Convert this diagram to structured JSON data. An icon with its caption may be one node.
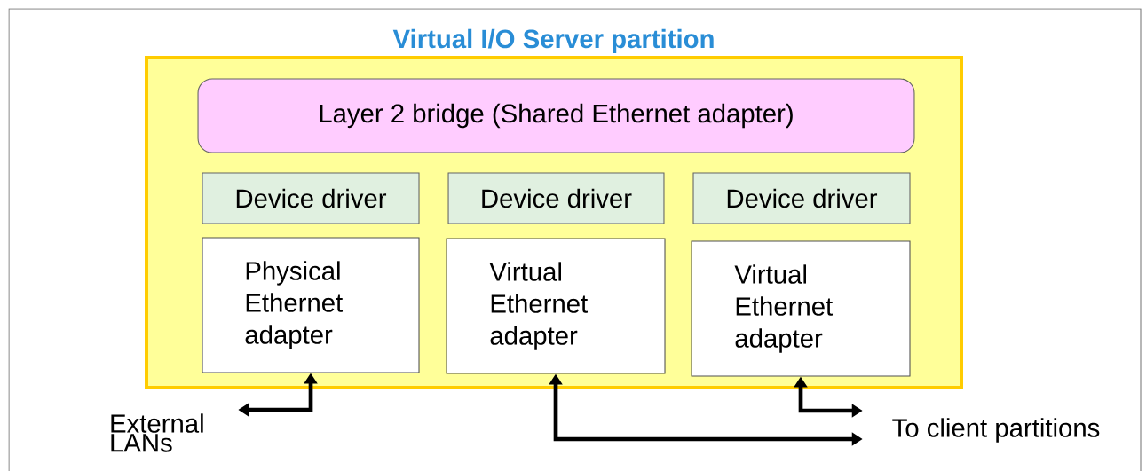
{
  "diagram": {
    "nodes": [
      {
        "text": [
          "Virtual I/O Server partition"
        ]
      },
      {
        "text": [
          "Layer 2 bridge (Shared Ethernet adapter)"
        ],
        "in": 0
      },
      {
        "text": [
          "Device driver"
        ],
        "in": 0
      },
      {
        "text": [
          "Device driver"
        ],
        "in": 0
      },
      {
        "text": [
          "Device driver"
        ],
        "in": 0
      },
      {
        "text": [
          "Physical Ethernet adapter"
        ],
        "in": 0
      },
      {
        "text": [
          "Virtual Ethernet adapter"
        ],
        "in": 0
      },
      {
        "text": [
          "Virtual Ethernet adapter"
        ],
        "in": 0
      },
      {
        "text": [
          "External LANs"
        ]
      },
      {
        "text": [
          "To client partitions"
        ]
      }
    ],
    "edges": [
      {
        "from": 5,
        "to": 8,
        "arrow": "both"
      },
      {
        "from": 6,
        "to": 9,
        "arrow": "both"
      },
      {
        "from": 7,
        "to": 9,
        "arrow": "both"
      }
    ]
  }
}
